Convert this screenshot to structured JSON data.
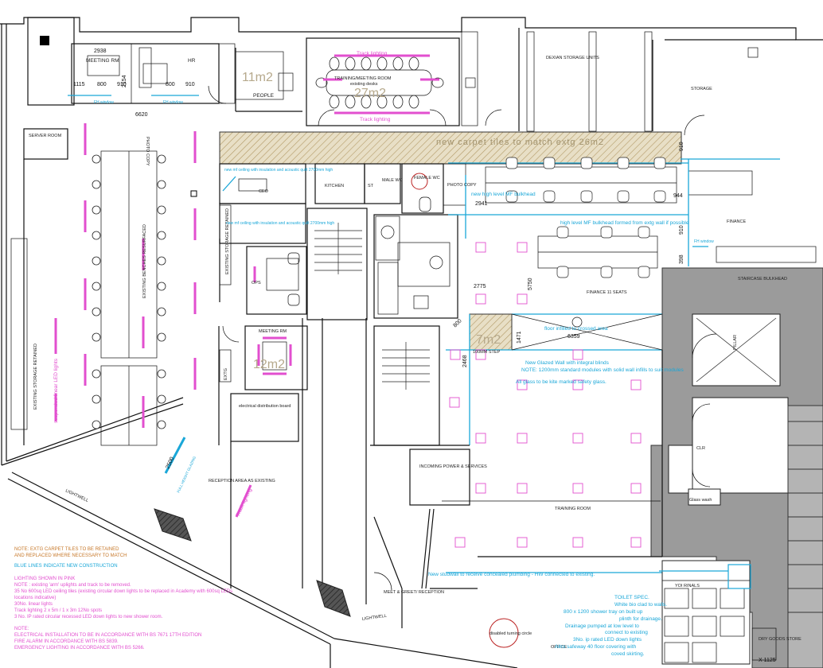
{
  "rooms": {
    "meeting_rm_1": "MEETING RM",
    "hr": "HR",
    "people": "PEOPLE",
    "training_meeting": "TRAINING/MEETING ROOM",
    "existing_desks": "existing desks",
    "dexian_storage": "DEXIAN STORAGE UNITS",
    "storage": "STORAGE",
    "server_room": "SERVER ROOM",
    "photo_copy_1": "PHOTO COPY",
    "ceo": "CEO",
    "kitchen": "KITCHEN",
    "st": "ST",
    "male_wc": "MALE WC",
    "female_wc": "FEMALE WC",
    "photo_copy_2": "PHOTO COPY",
    "finance": "FINANCE",
    "existing_storage_retained_1": "EXISTING STORAGE RETAINED",
    "existing_benches": "EXISTING BENCHES RESURFACED",
    "ops": "OPS",
    "finance_seats": "FINANCE 11 SEATS",
    "staircase_bulkhead": "STAIRCASE BULKHEAD",
    "meeting_rm_2": "MEETING RM",
    "existing_storage_retained_2": "EXISTING STORAGE RETAINED",
    "extg": "EXTG",
    "electrical_board": "electrical distribution board",
    "clr": "CLR",
    "glass_wash": "Glass wash",
    "reception_area": "RECEPTION AREA AS EXISTING",
    "incoming_power": "INCOMING POWER & SERVICES",
    "training_room": "TRAINING ROOM",
    "meet_greet": "MEET & GREET/ RECEPTION",
    "lightwell_1": "LIGHTWELL",
    "lightwell_2": "LIGHTWELL",
    "disabled_turning": "disabled turning circle",
    "dry_goods": "DRY GOODS STORE",
    "office": "OFFICE",
    "urinals": "YOI RINALS",
    "pillar": "PILLAR"
  },
  "dimensions": {
    "d2938": "2938",
    "d2154": "2154",
    "d1115": "1115",
    "d800a": "800",
    "d910a": "910",
    "d800b": "800",
    "d910b": "910",
    "d6620": "6620",
    "d2941": "2941",
    "d944": "944",
    "d910c": "910",
    "d910d": "910",
    "d398": "398",
    "d800c": "800",
    "d2775": "2775",
    "d5750": "5750",
    "d6359": "6359",
    "d1471": "1471",
    "d2468": "2468",
    "d2500": "2500",
    "d1125": "X 1125",
    "d100step": "100MM STEP"
  },
  "areas": {
    "a11": "11m2",
    "a27": "27m2",
    "a12": "12m2",
    "a7": "7m2",
    "carpet": "new carpet tiles to match extg 26m2"
  },
  "annotations": {
    "fh_window_1": "FH window",
    "fh_window_2": "FH window",
    "fh_window_3": "FH window",
    "track_lighting_1": "Track lighting",
    "track_lighting_2": "Track lighting",
    "track_lighting_3": "Track lighting",
    "mf_ceiling_1": "new mf ceiling with insulation and acoustic quilt 2700mm high",
    "mf_ceiling_2": "new mf ceiling with insulation and acoustic quilt 2700mm high",
    "high_level_mf": "new high level MF bulkhead",
    "high_level_mf_2": "high level MF bulkhead formed from extg wall if possible",
    "floor_infilled": "floor infilled to crossed area",
    "glazed_wall_1": "New Glazed Wall with integral blinds",
    "glazed_wall_2": "NOTE: 1200mm standard modules with solid wall infills to suit modules",
    "glazed_wall_3": "All glass to be kite marked safety glass.",
    "suspended_linear": "suspended linear LED lights",
    "full_height_glazing": "FULL HEIGHT GLAZING",
    "studwall": "New studwall to receive concealed plumbing - HW connected to existing.",
    "toilet_spec_title": "TOILET SPEC.",
    "toilet_spec_1": "White bio clad to walls.",
    "toilet_spec_2": "800 x 1200 shower tray on built up",
    "toilet_spec_3": "plinth for drainage.",
    "toilet_spec_4": "Drainage pumped at low level to",
    "toilet_spec_5": "connect to existing",
    "toilet_spec_6": "3No. ip rated LED down lights",
    "toilet_spec_7": "Altro safeway 40 floor covering with",
    "toilet_spec_8": "coved skirting."
  },
  "notes": {
    "carpet_1": "NOTE: EXTG CARPET TILES TO BE RETAINED",
    "carpet_2": "AND REPLACED WHERE NECESSARY TO MATCH",
    "blue_lines": "BLUE LINES INDICATE NEW CONSTRUCTION",
    "lighting_title": "LIGHTING SHOWN IN PINK",
    "lighting_1": "NOTE : existing 'arm' uplights and track to be removed.",
    "lighting_2": "35 No 600sq LED ceiling tiles (existing circular down lights to be replaced in Academy with 600sq LEDs",
    "lighting_3": "locations indicative)",
    "lighting_4": "30No. linear lights",
    "lighting_5": "Track lighting 2 x 5m / 1 x 3m 12No spots",
    "lighting_6": "3 No. IP rated circular recessed LED down lights to new shower room.",
    "electrical_1": "NOTE:",
    "electrical_2": "ELECTRICAL INSTALLATION TO BE IN ACCORDANCE WITH BS 7671 17TH EDITION",
    "electrical_3": "FIRE ALARM IN ACCORDANCE WITH BS 5839.",
    "electrical_4": "EMERGENCY LIGHTING IN ACCORDANCE WITH BS 5266."
  },
  "colors": {
    "wall": "#111111",
    "new_construction": "#1aa7d8",
    "lighting": "#e24fcf",
    "existing_grey": "#9b9b9b",
    "hatch": "#c9b98f",
    "note_orange": "#c7782a"
  }
}
